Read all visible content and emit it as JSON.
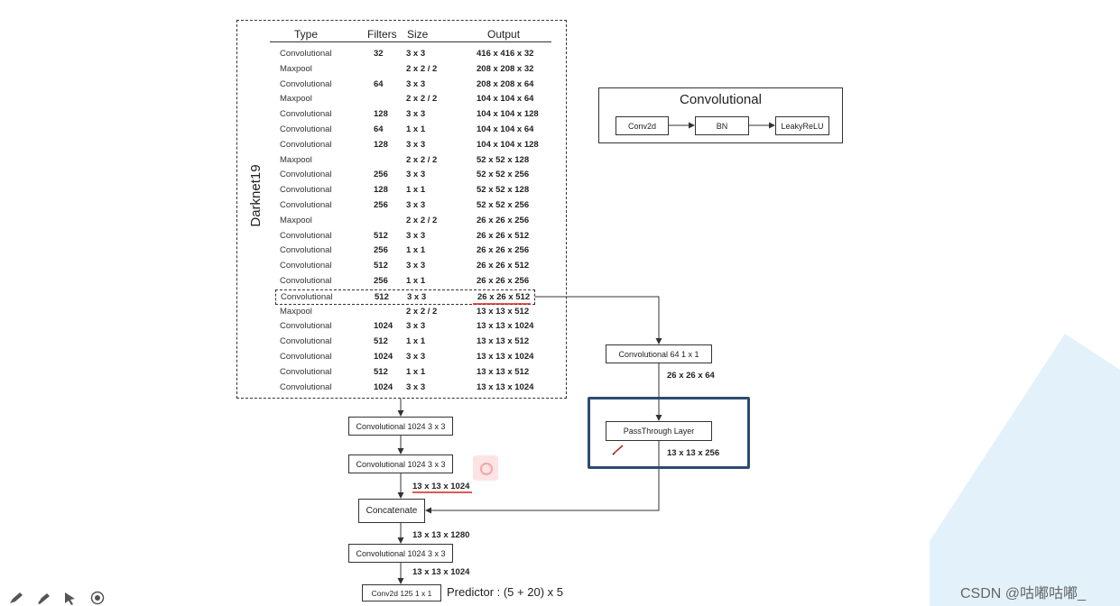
{
  "darknet_label": "Darknet19",
  "table": {
    "headers": {
      "type": "Type",
      "filters": "Filters",
      "size": "Size",
      "output": "Output"
    },
    "rows": [
      {
        "type": "Convolutional",
        "filters": "32",
        "size": "3 x 3",
        "output": "416 x 416 x 32"
      },
      {
        "type": "Maxpool",
        "filters": "",
        "size": "2 x 2 / 2",
        "output": "208 x 208 x 32"
      },
      {
        "type": "Convolutional",
        "filters": "64",
        "size": "3 x 3",
        "output": "208 x 208 x 64"
      },
      {
        "type": "Maxpool",
        "filters": "",
        "size": "2 x 2 / 2",
        "output": "104 x 104 x 64"
      },
      {
        "type": "Convolutional",
        "filters": "128",
        "size": "3 x 3",
        "output": "104 x 104 x 128"
      },
      {
        "type": "Convolutional",
        "filters": "64",
        "size": "1 x 1",
        "output": "104 x 104 x 64"
      },
      {
        "type": "Convolutional",
        "filters": "128",
        "size": "3 x 3",
        "output": "104 x 104 x 128"
      },
      {
        "type": "Maxpool",
        "filters": "",
        "size": "2 x 2 / 2",
        "output": "52 x 52 x 128"
      },
      {
        "type": "Convolutional",
        "filters": "256",
        "size": "3 x 3",
        "output": "52 x 52 x 256"
      },
      {
        "type": "Convolutional",
        "filters": "128",
        "size": "1 x 1",
        "output": "52 x 52 x 128"
      },
      {
        "type": "Convolutional",
        "filters": "256",
        "size": "3 x 3",
        "output": "52 x 52 x 256"
      },
      {
        "type": "Maxpool",
        "filters": "",
        "size": "2 x 2 / 2",
        "output": "26 x 26 x 256"
      },
      {
        "type": "Convolutional",
        "filters": "512",
        "size": "3 x 3",
        "output": "26 x 26 x 512"
      },
      {
        "type": "Convolutional",
        "filters": "256",
        "size": "1 x 1",
        "output": "26 x 26 x 256"
      },
      {
        "type": "Convolutional",
        "filters": "512",
        "size": "3 x 3",
        "output": "26 x 26 x 512"
      },
      {
        "type": "Convolutional",
        "filters": "256",
        "size": "1 x 1",
        "output": "26 x 26 x 256"
      },
      {
        "type": "Convolutional",
        "filters": "512",
        "size": "3 x 3",
        "output": "26 x 26 x 512",
        "highlighted": true
      },
      {
        "type": "Maxpool",
        "filters": "",
        "size": "2 x 2 / 2",
        "output": "13 x 13 x 512"
      },
      {
        "type": "Convolutional",
        "filters": "1024",
        "size": "3 x 3",
        "output": "13 x 13 x 1024"
      },
      {
        "type": "Convolutional",
        "filters": "512",
        "size": "1 x 1",
        "output": "13 x 13 x 512"
      },
      {
        "type": "Convolutional",
        "filters": "1024",
        "size": "3 x 3",
        "output": "13 x 13 x 1024"
      },
      {
        "type": "Convolutional",
        "filters": "512",
        "size": "1 x 1",
        "output": "13 x 13 x 512"
      },
      {
        "type": "Convolutional",
        "filters": "1024",
        "size": "3 x 3",
        "output": "13 x 13 x 1024"
      }
    ]
  },
  "legend": {
    "title": "Convolutional",
    "conv2d": "Conv2d",
    "bn": "BN",
    "leaky": "LeakyReLU"
  },
  "head": {
    "conv_a": "Convolutional   1024  3 x 3",
    "conv_b": "Convolutional   1024  3 x 3",
    "out_b": "13 x 13 x 1024",
    "concat": "Concatenate",
    "out_concat": "13 x 13 x 1280",
    "conv_c": "Convolutional   1024  3 x 3",
    "out_c": "13 x 13 x 1024",
    "final": "Conv2d   125  1 x 1",
    "predictor": "Predictor : (5 + 20) x 5"
  },
  "passthrough": {
    "conv": "Convolutional  64   1 x 1",
    "out_conv": "26 x 26 x 64",
    "layer": "PassThrough Layer",
    "out_layer": "13 x 13 x 256"
  },
  "watermark": "CSDN @咕嘟咕嘟_",
  "colors": {
    "highlight_underline": "#d42020",
    "pass_frame": "#2e4b70",
    "bg_shape": "#e3f1fb"
  },
  "toolbar_icons": [
    "pen-icon",
    "highlighter-icon",
    "pointer-icon",
    "record-icon"
  ]
}
